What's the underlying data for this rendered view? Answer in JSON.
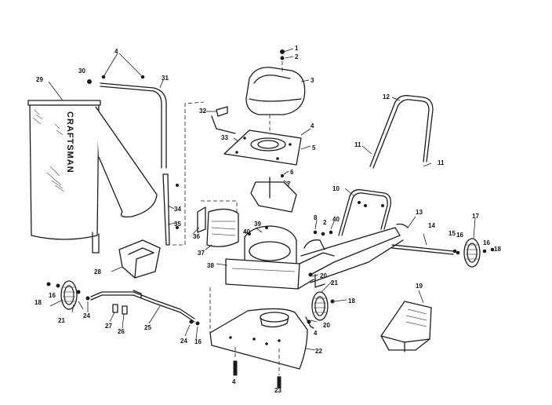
{
  "brand_label": "CRAFTSMAN",
  "callouts": {
    "c1": "1",
    "c2": "2",
    "c3": "3",
    "c4a": "4",
    "c4b": "4",
    "c4c": "4",
    "c4d": "4",
    "c5": "5",
    "c6": "6",
    "c7": "7",
    "c8": "8",
    "c2b": "2",
    "c40a": "40",
    "c10": "10",
    "c11a": "11",
    "c11b": "11",
    "c12": "12",
    "c13": "13",
    "c14": "14",
    "c15": "15",
    "c16a": "16",
    "c16b": "16",
    "c16c": "16",
    "c16d": "16",
    "c17": "17",
    "c18a": "18",
    "c18b": "18",
    "c18c": "18",
    "c19": "19",
    "c20a": "20",
    "c20b": "20",
    "c21a": "21",
    "c21b": "21",
    "c22": "22",
    "c23": "23",
    "c24a": "24",
    "c24b": "24",
    "c25": "25",
    "c26": "26",
    "c27": "27",
    "c28": "28",
    "c29": "29",
    "c30": "30",
    "c31": "31",
    "c32": "32",
    "c33": "33",
    "c34": "34",
    "c35": "35",
    "c36": "36",
    "c37": "37",
    "c38": "38",
    "c39": "39",
    "c40b": "40"
  }
}
